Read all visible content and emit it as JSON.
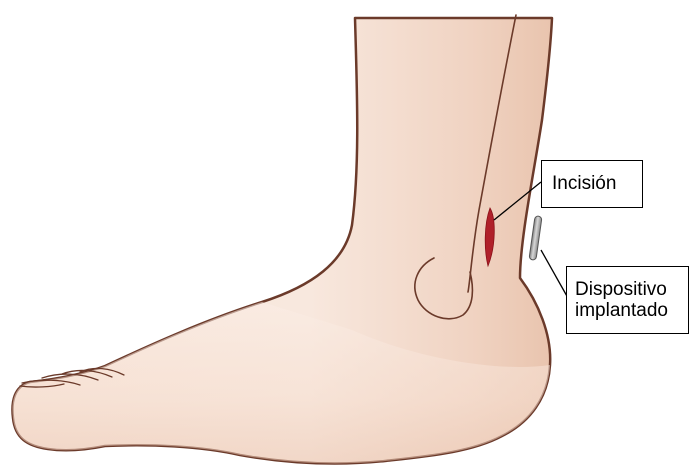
{
  "labels": {
    "incision": "Incisión",
    "device_line1": "Dispositivo",
    "device_line2": "implantado"
  },
  "colors": {
    "skin_light": "#fbeee6",
    "skin_mid": "#f3d6c6",
    "skin_shadow": "#e8bfa9",
    "outline": "#6b3a2a",
    "incision": "#b0202a",
    "device": "#9a9a9a",
    "leader_line": "#000000"
  }
}
